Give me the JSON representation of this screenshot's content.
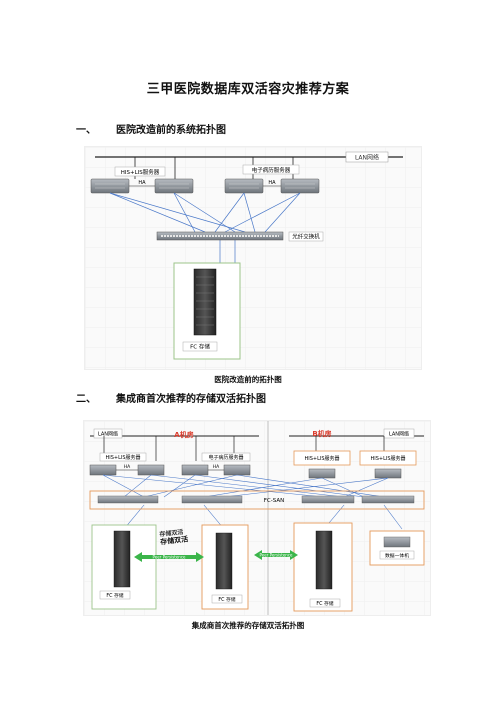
{
  "document": {
    "title": "三甲医院数据库双活容灾推荐方案"
  },
  "section1": {
    "number": "一、",
    "heading": "医院改造前的系统拓扑图",
    "caption": "医院改造前的拓扑图",
    "labels": {
      "lan": "LAN网络",
      "his_server": "HIS+LIS服务器",
      "emr_server": "电子病历服务器",
      "ha_left": "HA",
      "ha_right": "HA",
      "switch": "光纤交换机",
      "storage": "FC 存储"
    }
  },
  "section2": {
    "number": "二、",
    "heading": "集成商首次推荐的存储双活拓扑图",
    "caption": "集成商首次推荐的存储双活拓扑图",
    "labels": {
      "lan_left": "LAN网络",
      "lan_right": "LAN网络",
      "room_a": "A机房",
      "room_b": "B机房",
      "his_server_a": "HIS+LIS服务器",
      "emr_server_a": "电子病历服务器",
      "ha_a1": "HA",
      "ha_a2": "HA",
      "his_server_b1": "HIS+LIS服务器",
      "his_server_b2": "HIS+LIS服务器",
      "fc_san": "FC-SAN",
      "stamp_top": "存储双活",
      "stamp_bottom": "存储双活",
      "peer_left": "Peer Persistence",
      "peer_right": "Peer Persistence",
      "storage_left": "FC 存储",
      "storage_mid": "FC 存储",
      "storage_right": "FC 存储",
      "backup": "数据一体机"
    }
  },
  "colors": {
    "link_blue": "#4a78c8",
    "room_red": "#d9392a",
    "box_orange": "#e59a5a",
    "box_green": "#9cc48a",
    "arrow_green": "#3bb54a",
    "server_gray": "#8a8f96"
  }
}
